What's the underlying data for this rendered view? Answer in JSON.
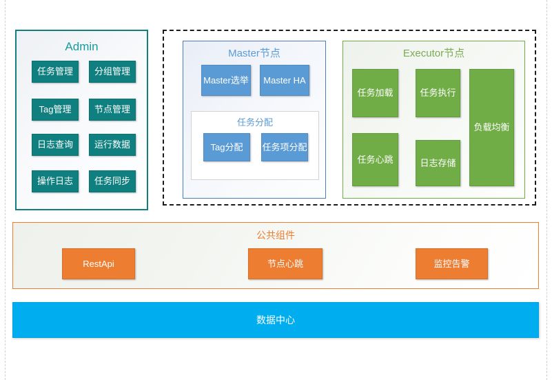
{
  "diagram": {
    "type": "architecture-block-diagram",
    "colors": {
      "teal": "#0f7f7f",
      "blue": "#5b9bd5",
      "green": "#70ad47",
      "orange": "#ed7d31",
      "cyan": "#00aeef",
      "dashed_cluster_border": "#1a1a1a"
    }
  },
  "admin": {
    "title": "Admin",
    "nodes": [
      {
        "label": "任务管理"
      },
      {
        "label": "分组管理"
      },
      {
        "label": "Tag管理"
      },
      {
        "label": "节点管理"
      },
      {
        "label": "日志查询"
      },
      {
        "label": "运行数据"
      },
      {
        "label": "操作日志"
      },
      {
        "label": "任务同步"
      }
    ]
  },
  "master": {
    "title": "Master节点",
    "nodes": [
      {
        "label": "Master选举"
      },
      {
        "label": "Master HA"
      }
    ],
    "allocation": {
      "title": "任务分配",
      "nodes": [
        {
          "label": "Tag分配"
        },
        {
          "label": "任务项分配"
        }
      ]
    }
  },
  "executor": {
    "title": "Executor节点",
    "nodes": [
      {
        "label": "任务加载"
      },
      {
        "label": "任务执行"
      },
      {
        "label": "负载均衡"
      },
      {
        "label": "任务心跳"
      },
      {
        "label": "日志存储"
      }
    ]
  },
  "common": {
    "title": "公共组件",
    "nodes": [
      {
        "label": "RestApi"
      },
      {
        "label": "节点心跳"
      },
      {
        "label": "监控告警"
      }
    ]
  },
  "datacenter": {
    "label": "数据中心"
  }
}
